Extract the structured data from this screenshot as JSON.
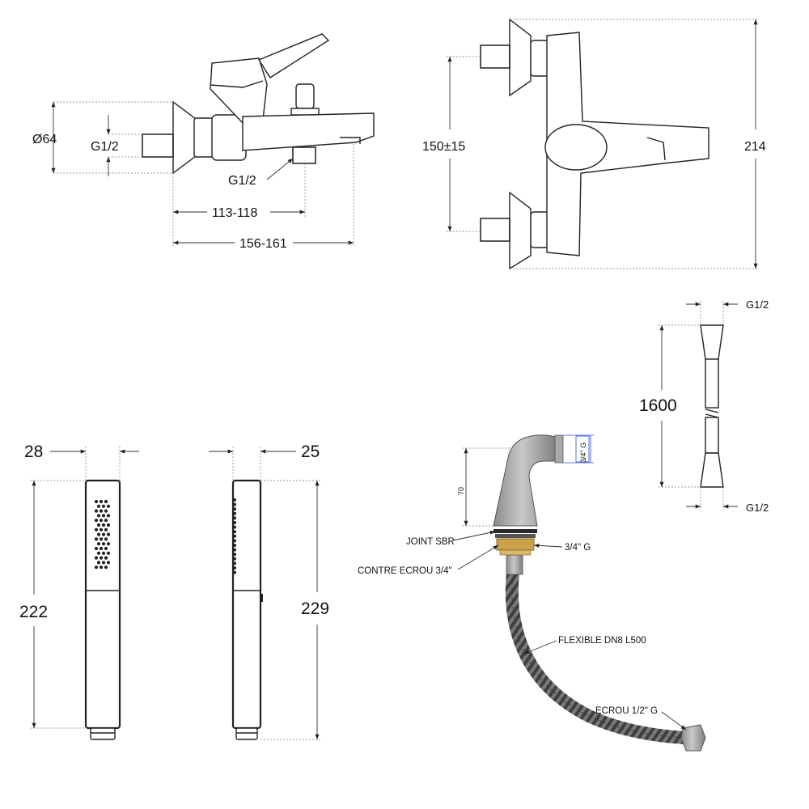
{
  "mixer_side_view": {
    "dim_diameter": "Ø64",
    "dim_inlet_thread": "G1/2",
    "dim_outlet_thread": "G1/2",
    "dim_spout_outlet": "113-118",
    "dim_overall_depth": "156-161"
  },
  "mixer_front_view": {
    "dim_centers": "150±15",
    "dim_height": "214"
  },
  "hose": {
    "dim_top_thread": "G1/2",
    "dim_length": "1600",
    "dim_bottom_thread": "G1/2"
  },
  "hand_shower_front": {
    "dim_width": "28",
    "dim_length": "222"
  },
  "hand_shower_side": {
    "dim_depth": "25",
    "dim_length": "229"
  },
  "diverter_kit": {
    "dim_height": "70",
    "dim_outlet_thread": "3/4\" G",
    "label_joint": "JOINT SBR",
    "label_thread": "3/4\" G",
    "label_counter_nut": "CONTRE ECROU 3/4\"",
    "label_flexible": "FLEXIBLE DN8 L500",
    "label_nut": "ECROU 1/2\" G"
  },
  "colors": {
    "line": "#222222",
    "brass_nut": "#c9a24a",
    "chrome": "#9a9a9a"
  }
}
